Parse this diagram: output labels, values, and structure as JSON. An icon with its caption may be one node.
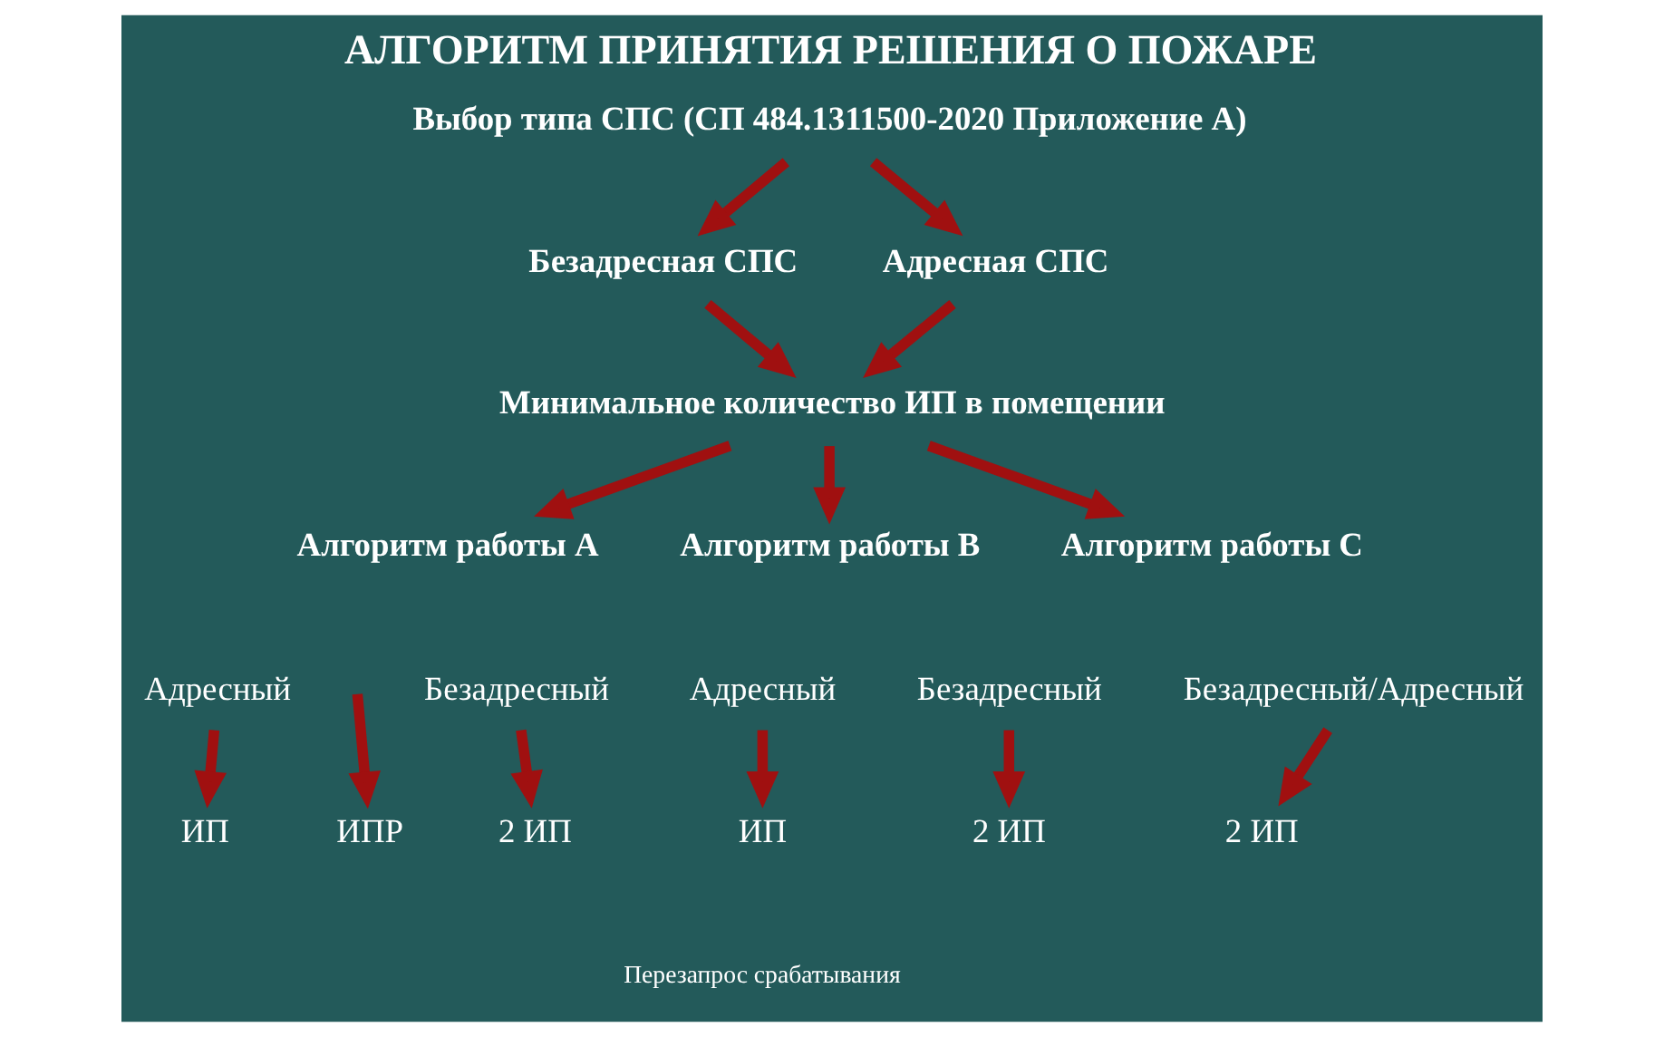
{
  "diagram": {
    "title": "АЛГОРИТМ ПРИНЯТИЯ РЕШЕНИЯ О ПОЖАРЕ",
    "nodes": [
      {
        "text": [
          "Выбор типа СПС (СП 484.1311500-2020 Приложение А)"
        ]
      },
      {
        "text": [
          "Безадресная СПС"
        ]
      },
      {
        "text": [
          "Адресная СПС"
        ]
      },
      {
        "text": [
          "Минимальное количество ИП в помещении"
        ]
      },
      {
        "text": [
          "Алгоритм работы А"
        ]
      },
      {
        "text": [
          "Адресный"
        ]
      },
      {
        "text": [
          "Безадресный"
        ]
      },
      {
        "text": [
          "Алгоритм работы В"
        ]
      },
      {
        "text": [
          "Адресный"
        ]
      },
      {
        "text": [
          "Безадресный"
        ]
      },
      {
        "text": [
          "Алгоритм работы С"
        ]
      },
      {
        "text": [
          "Безадресный/Адресный"
        ]
      },
      {
        "text": [
          "ИП"
        ]
      },
      {
        "text": [
          "ИПР"
        ]
      },
      {
        "text": [
          "2 ИП"
        ]
      },
      {
        "text": [
          "ИП"
        ]
      },
      {
        "text": [
          "2 ИП"
        ]
      },
      {
        "text": [
          "2 ИП"
        ]
      }
    ],
    "edges": [
      {
        "from": 0,
        "to": 1,
        "arrow": "to"
      },
      {
        "from": 0,
        "to": 2,
        "arrow": "to"
      },
      {
        "from": 1,
        "to": 3,
        "arrow": "to"
      },
      {
        "from": 2,
        "to": 3,
        "arrow": "to"
      },
      {
        "from": 3,
        "to": 4,
        "arrow": "to"
      },
      {
        "from": 3,
        "to": 7,
        "arrow": "to"
      },
      {
        "from": 3,
        "to": 10,
        "arrow": "to"
      },
      {
        "from": 5,
        "to": 12,
        "arrow": "to"
      },
      {
        "from": null,
        "to": 13,
        "arrow": "to"
      },
      {
        "from": 6,
        "to": 14,
        "arrow": "to"
      },
      {
        "from": 8,
        "to": 15,
        "arrow": "to"
      },
      {
        "from": 9,
        "to": 16,
        "arrow": "to"
      },
      {
        "from": 11,
        "to": 17,
        "arrow": "to"
      }
    ],
    "labels": [
      "Перезапрос срабатывания"
    ]
  }
}
